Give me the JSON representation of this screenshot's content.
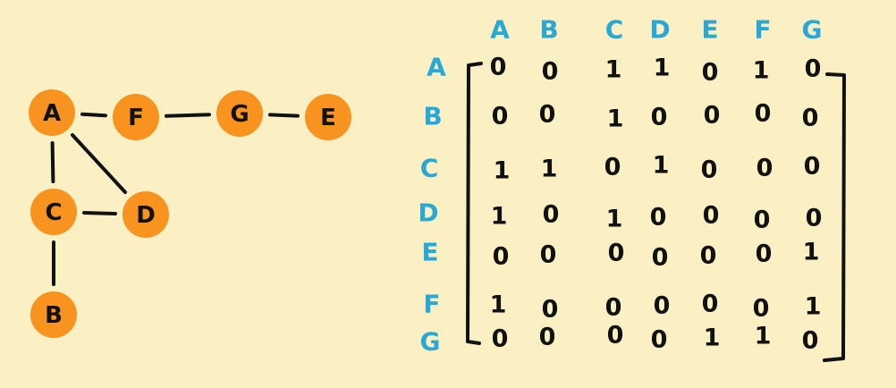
{
  "graph": {
    "node_color": "#f7931e",
    "nodes": [
      {
        "id": "A",
        "label": "A"
      },
      {
        "id": "F",
        "label": "F"
      },
      {
        "id": "G",
        "label": "G"
      },
      {
        "id": "E",
        "label": "E"
      },
      {
        "id": "C",
        "label": "C"
      },
      {
        "id": "D",
        "label": "D"
      },
      {
        "id": "B",
        "label": "B"
      }
    ],
    "edges": [
      [
        "A",
        "F"
      ],
      [
        "F",
        "G"
      ],
      [
        "G",
        "E"
      ],
      [
        "A",
        "C"
      ],
      [
        "A",
        "D"
      ],
      [
        "C",
        "D"
      ],
      [
        "C",
        "B"
      ]
    ]
  },
  "matrix": {
    "header_color": "#29a8d6",
    "column_labels": [
      "A",
      "B",
      "C",
      "D",
      "E",
      "F",
      "G"
    ],
    "row_labels": [
      "A",
      "B",
      "C",
      "D",
      "E",
      "F",
      "G"
    ],
    "values": [
      [
        "0",
        "0",
        "1",
        "1",
        "0",
        "1",
        "0"
      ],
      [
        "0",
        "0",
        "1",
        "0",
        "0",
        "0",
        "0"
      ],
      [
        "1",
        "1",
        "0",
        "1",
        "0",
        "0",
        "0"
      ],
      [
        "1",
        "0",
        "1",
        "0",
        "0",
        "0",
        "0"
      ],
      [
        "0",
        "0",
        "0",
        "0",
        "0",
        "0",
        "1"
      ],
      [
        "1",
        "0",
        "0",
        "0",
        "0",
        "0",
        "1"
      ],
      [
        "0",
        "0",
        "0",
        "0",
        "1",
        "1",
        "0"
      ]
    ]
  }
}
